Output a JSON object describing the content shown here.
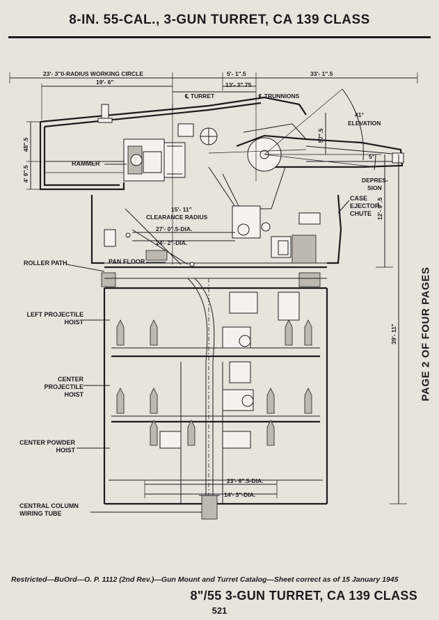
{
  "header": {
    "title": "8-IN. 55-CAL., 3-GUN TURRET, CA 139 CLASS"
  },
  "side_label": "PAGE 2 OF FOUR PAGES",
  "dimensions": {
    "working_circle": "23'- 3\"0-RADIUS WORKING CIRCLE",
    "d19_6": "19'- 6\"",
    "d5_1": "5'- 1\".5",
    "d33_1": "33'- 1\".5",
    "turret_cl": "℄ TURRET",
    "d13_3": "13'- 3\".75",
    "trunnions_cl": "℄ TRUNNIONS",
    "d48": "48\".5",
    "d4_9": "4' 9\".5",
    "d57": "57\".5",
    "d12_9": "12'- 9\".5",
    "d39_11": "39'- 11\"",
    "d27_0": "27'- 0\".5-DIA.",
    "d24_2": "24'- 2\"-DIA.",
    "d23_6": "23'- 6\".5-DIA.",
    "d14_3": "14'- 3\"-DIA.",
    "clearance_value": "15'- 11\"",
    "clearance_label": "CLEARANCE RADIUS",
    "elevation_value": "41°",
    "elevation_label": "ELEVATION",
    "depression_value": "5°",
    "depression_label_1": "DEPRES-",
    "depression_label_2": "SION"
  },
  "labels": {
    "rammer": "RAMMER",
    "roller_path": "ROLLER PATH",
    "pan_floor": "PAN FLOOR",
    "case_1": "CASE",
    "case_2": "EJECTOR",
    "case_3": "CHUTE",
    "left_hoist_1": "LEFT PROJECTILE",
    "left_hoist_2": "HOIST",
    "center_hoist_1": "CENTER PROJECTILE",
    "center_hoist_2": "HOIST",
    "powder_hoist_1": "CENTER POWDER",
    "powder_hoist_2": "HOIST",
    "column_1": "CENTRAL COLUMN",
    "column_2": "WIRING TUBE"
  },
  "footer": {
    "restricted_line": "Restricted—BuOrd—O. P. 1112 (2nd Rev.)—Gun Mount and Turret Catalog—Sheet correct as of 15 January 1945",
    "bottom_title": "8\"/55 3-GUN TURRET, CA 139 CLASS",
    "page_number": "521"
  }
}
